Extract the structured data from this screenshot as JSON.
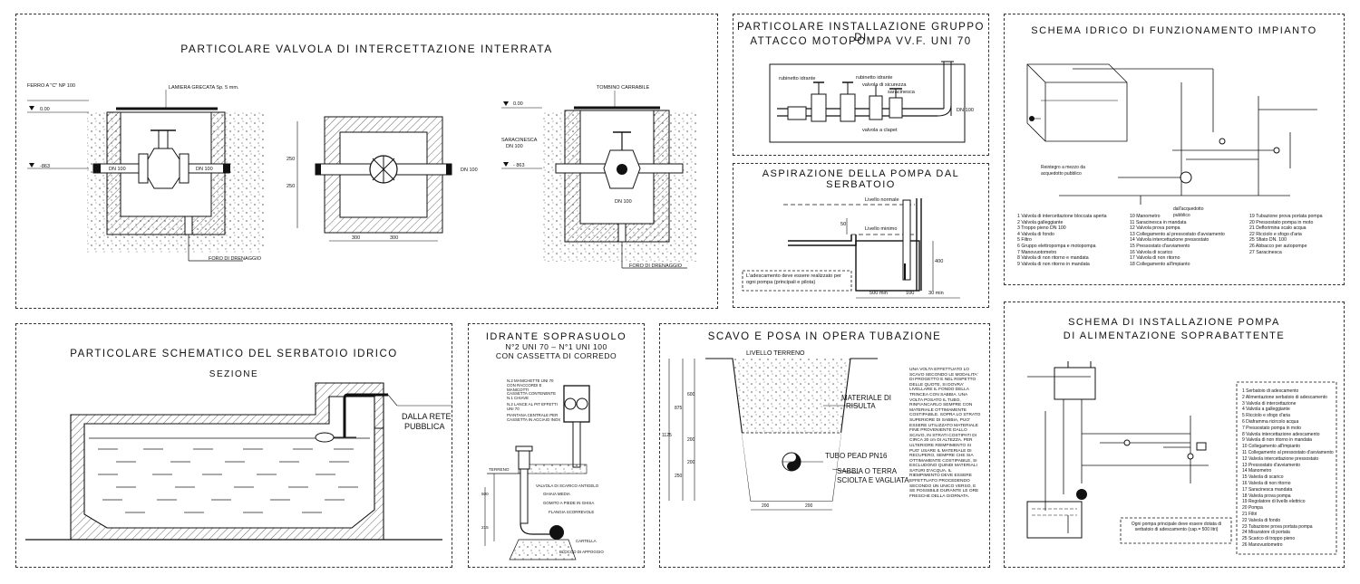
{
  "panels": {
    "valvola": {
      "title": "PARTICOLARE   VALVOLA   DI   INTERCETTAZIONE   INTERRATA",
      "labels": {
        "ferro": "FERRO A \"C\" NP 100",
        "lamiera": "LAMIERA GRECATA Sp. 5 mm.",
        "lev0": "0.00",
        "lev863": "-863",
        "dn100_a": "DN 100",
        "dn100_b": "DN 100",
        "foro": "FORO DI DRENAGGIO",
        "dim250a": "250",
        "dim250b": "250",
        "dim300a": "300",
        "dim300b": "300",
        "dn100_c": "DN 100",
        "tombino": "TOMBINO CARRABILE",
        "lev0b": "0.00",
        "saracinesca": "SARACINESCA",
        "dn100_d": "DN 100",
        "lev863b": "- 863",
        "dn100_e": "DN 100",
        "foro2": "FORO DI DRENAGGIO"
      }
    },
    "motopompa": {
      "title_line1": "PARTICOLARE  INSTALLAZIONE  GRUPPO  DI",
      "title_line2": "ATTACCO  MOTOPOMPA  VV.F.  UNI  70",
      "labels": {
        "rub1": "rubinetto idrante",
        "rub2": "rubinetto idrante",
        "sicurezza": "valvola di sicurezza",
        "saracinesca": "saracinesca",
        "clapet": "valvola a clapet",
        "dn100": "DN 100"
      }
    },
    "aspirazione": {
      "title": "ASPIRAZIONE  DELLA  POMPA  DAL  SERBATOIO",
      "labels": {
        "normale": "Livello normale",
        "minimo": "Livello minimo",
        "d50": "50",
        "d400": "400",
        "d500": "500 min",
        "d100": "100",
        "d30": "30 min",
        "note": "L'adescamento deve essere realizzato per ogni pompa (principali e pilota)"
      }
    },
    "schema_idrico": {
      "title": "SCHEMA  IDRICO  DI  FUNZIONAMENTO  IMPIANTO",
      "labels": {
        "reintegro": "Reintegro a mezzo da acquedotto pubblico",
        "acquedotto": "dall'acquedotto pubblico"
      },
      "legend_col1": [
        "1 Valvola di intercettazione bloccata aperta",
        "2 Valvola galleggiante",
        "3 Troppo pieno DN 100",
        "4 Valvola di fondo",
        "5 Filtro",
        "6 Gruppo elettropompa e motopompa",
        "7 Manovuotometro",
        "8 Valvola di non ritorno e mandata",
        "9 Valvola di non ritorno in mandata"
      ],
      "legend_col2": [
        "10 Manometro",
        "11 Saracinesca in mandata",
        "12 Valvola prova pompa",
        "13 Collegamento al pressostato d'avviamento",
        "14 Valvola intercettazione pressostato",
        "15 Pressostato d'avviamento",
        "16 Valvola di scarico",
        "17 Valvola di non ritorno",
        "18 Collegamento all'impianto"
      ],
      "legend_col3": [
        "19 Tubazione prova portata pompa",
        "20 Pressostato pompa in moto",
        "21 Deflorimina scalo acqua",
        "22 Ricciolo e sfogo d'aria",
        "25 Sfiato DN. 100",
        "26 Abbacco per autopompe",
        "27 Saracinesca"
      ]
    },
    "serbatoio": {
      "title": "PARTICOLARE  SCHEMATICO  DEL  SERBATOIO  IDRICO",
      "subtitle": "SEZIONE",
      "labels": {
        "rete1": "DALLA RETE",
        "rete2": "PUBBLICA"
      }
    },
    "idrante": {
      "title": "IDRANTE  SOPRASUOLO",
      "sub1": "N°2 UNI 70 – N°1 UNI 100",
      "sub2": "CON CASSETTA DI CORREDO",
      "labels": {
        "manichette": "N.2 MANICHETTE UNI 70 CON RACCORDI E MANICOTTI",
        "cassetta": "CASSETTA CONTENENTE N.1 CHIAVE",
        "lance": "N.2 LANCE AL PIT EFFETTI UNI 70",
        "piantana": "PIANTANA CENTRALE PER CASSETTA IN ACCIAIO INOX",
        "terreno": "TERRENO",
        "scarico": "VALVOLA DI SCARICO ANTIGELO",
        "ghiaia": "GHIAIA MEDIA",
        "gomito": "GOMITO A PIEDE IN GHISA",
        "flangia": "FLANGIA SCORREVOLE",
        "cartella": "CARTELLA",
        "blocco": "BLOCCO DI APPOGGIO",
        "d215": "215",
        "d500": "500"
      }
    },
    "scavo": {
      "title": "SCAVO  E  POSA  IN  OPERA  TUBAZIONE",
      "labels": {
        "livello": "LIVELLO TERRENO",
        "mat1": "MATERIALE DI",
        "mat2": "RISULTA",
        "tubo": "TUBO PEAD PN16",
        "sabbia1": "SABBIA O TERRA",
        "sabbia2": "SCIOLTA E VAGLIATA",
        "d1125": "1125",
        "d875": "875",
        "d600": "600",
        "d200a": "200",
        "d250": "250",
        "d200b": "200",
        "d200c": "200",
        "d200d": "200",
        "note": "UNA VOLTA EFFETTUATO LO SCAVO SECONDO LE MODALITA' DI PROGETTO E NEL RISPETTO DELLE QUOTE, SI DOVRA' LIVELLARE IL FONDO DELLA TRINCEA CON SABBIA. UNA VOLTA POSATO IL TUBO, RINFIANCARLO SEMPRE CON MATERIALE OTTIMAMENTE COSTIPABILE. SOPRA LO STRATO SUPERIORE DI SABBIA, PUO' ESSERE UTILIZZATO MATERIALE FINE PROVENIENTE DALLO SCAVO, IN STRATI COSTIPATI DI CIRCA 30 cm DI ALTEZZA. PER ULTERIORE RIEMPIMENTO SI PUO' USARE IL MATERIALE DI RECUPERO, SEMPRE CHE SIA OTTIMAMENTE COSTIPABILE, SI ESCLUDONO QUINDI MATERIALI SATURI D'ACQUA. IL RIEMPIMENTO DEVE ESSERE EFFETTUATO PROCEDENDO SECONDO UN UNICO VERSO, E SE POSSIBILE DURANTE LE ORE FRESCHE DELLA GIORNATA."
      }
    },
    "pompa": {
      "title_line1": "SCHEMA  DI  INSTALLAZIONE  POMPA",
      "title_line2": "DI  ALIMENTAZIONE  SOPRABATTENTE",
      "note": "Ogni pompa principale deve essere dotata di serbatoio di adescamento (cap.= 500 litri)",
      "legend": [
        "1 Serbatoio di adescamento",
        "2 Alimentazione serbatoio di adescamento",
        "3 Valvola di intercettazione",
        "4 Valvola a galleggiante",
        "5 Ricciolo e sfogo d'aria",
        "6 Diaframma ricircolo acqua",
        "7 Pressostato pompa in moto",
        "8 Valvola intercettazione adescamento",
        "9 Valvola di non ritorno in mandata",
        "10 Collegamento all'impianto",
        "11 Collegamento al pressostato d'avviamento",
        "12 Valvola intercettazione pressostato",
        "13 Pressostato d'avviamento",
        "14 Manometro",
        "15 Valvola di scarico",
        "16 Valvola di non ritorno",
        "17 Saracinesca mandata",
        "18 Valvola prova pompa",
        "19 Regolatore di livello elettrico",
        "20 Pompa",
        "21 Filtri",
        "22 Valvola di fondo",
        "23 Tubazione prova portata pompa",
        "24 Misuratore di portata",
        "25 Scarico di troppo pieno",
        "26 Manovuotometro"
      ]
    }
  },
  "colors": {
    "line": "#111111",
    "hatch": "#444444",
    "water": "#555555"
  }
}
